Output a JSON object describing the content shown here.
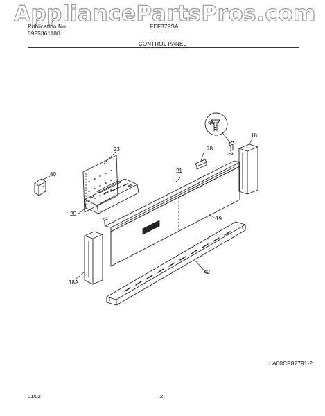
{
  "watermark": "AppliancePartsPros.com",
  "header": {
    "publication_label": "Publication No.",
    "publication_number": "5995361180",
    "model": "FEF379SA",
    "section_title": "CONTROL PANEL"
  },
  "callouts": {
    "c99": "99",
    "c18": "18",
    "c23": "23",
    "c78": "78",
    "c80": "80",
    "c21": "21",
    "c20": "20",
    "c19": "19",
    "c42": "42",
    "c18a": "18A"
  },
  "figure_code": "LA00CP82791-2",
  "footer": {
    "date": "01/02",
    "page": "2"
  }
}
